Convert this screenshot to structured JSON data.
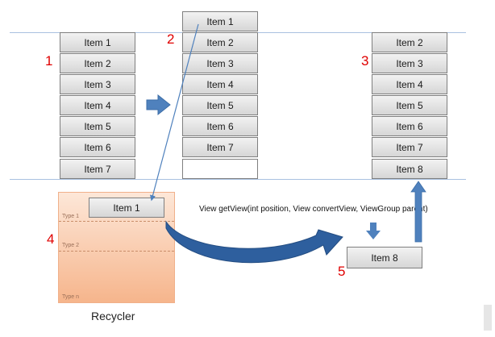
{
  "columns": {
    "one": {
      "number": "1",
      "items": [
        "Item 1",
        "Item 2",
        "Item 3",
        "Item 4",
        "Item 5",
        "Item 6",
        "Item 7"
      ]
    },
    "two": {
      "number": "2",
      "items": [
        "Item 1",
        "Item 2",
        "Item 3",
        "Item 4",
        "Item 5",
        "Item 6",
        "Item 7"
      ]
    },
    "three": {
      "number": "3",
      "items": [
        "Item 2",
        "Item 3",
        "Item 4",
        "Item 5",
        "Item 6",
        "Item 7",
        "Item 8"
      ]
    }
  },
  "recycler": {
    "number": "4",
    "caption": "Recycler",
    "item": "Item 1",
    "types": [
      "Type 1",
      "Type 2",
      "Type n"
    ]
  },
  "new_item": {
    "number": "5",
    "label": "Item 8"
  },
  "signature": "View getView(int position, View convertView, ViewGroup parent)",
  "colors": {
    "arrow_blue": "#4f81bd",
    "number_red": "#e00000",
    "recycler_fill": "#f6b58c"
  }
}
